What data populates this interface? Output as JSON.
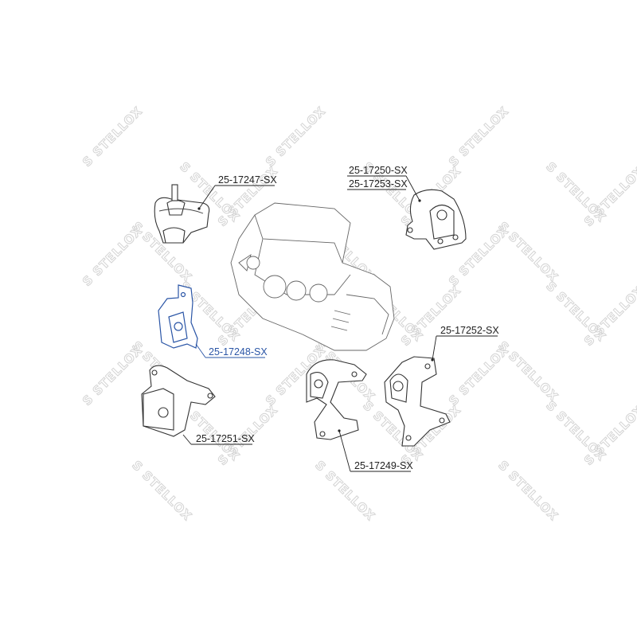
{
  "watermark": {
    "text": "STELLOX",
    "color": "#d4d4d4"
  },
  "parts": [
    {
      "id": "p1",
      "label": "25-17247-SX"
    },
    {
      "id": "p2",
      "label": "25-17250-SX",
      "label2": "25-17253-SX"
    },
    {
      "id": "p3",
      "label": "25-17248-SX",
      "highlight": true,
      "color": "#2a55a6"
    },
    {
      "id": "p4",
      "label": "25-17251-SX"
    },
    {
      "id": "p5",
      "label": "25-17249-SX"
    },
    {
      "id": "p6",
      "label": "25-17252-SX"
    }
  ]
}
